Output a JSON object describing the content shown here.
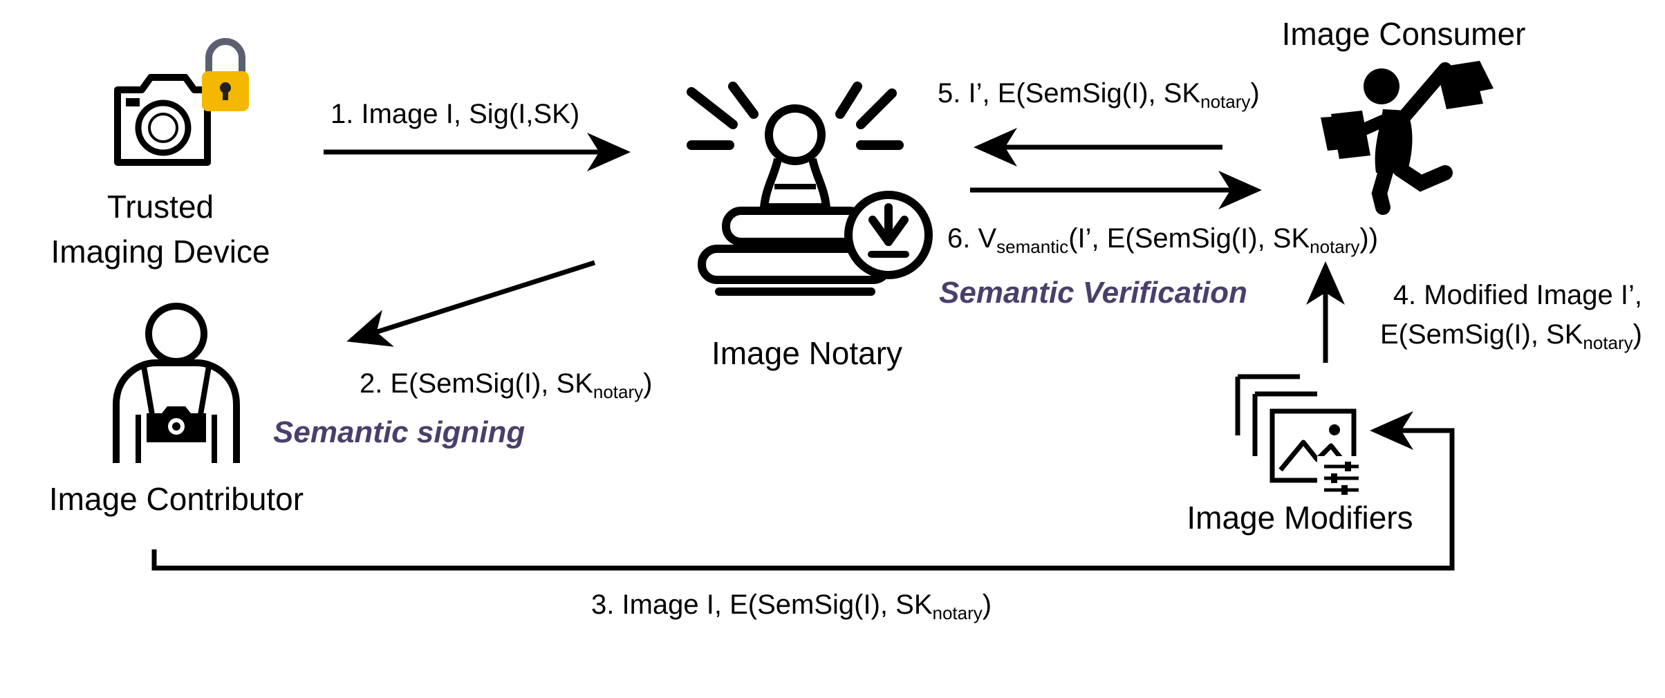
{
  "colors": {
    "ink": "#000000",
    "accent_phase": "#4a3f6b",
    "lock_body": "#f5b800",
    "lock_shackle": "#5a6070"
  },
  "icons": {
    "device": "camera-lock-icon",
    "notary": "stamp-approval-icon",
    "consumer": "person-with-bags-icon",
    "contributor": "photographer-icon",
    "modifiers": "image-stack-edit-icon"
  },
  "actors": {
    "device_line1": "Trusted",
    "device_line2": "Imaging Device",
    "notary": "Image Notary",
    "consumer": "Image Consumer",
    "contributor": "Image Contributor",
    "modifiers": "Image Modifiers"
  },
  "messages": {
    "m1": "1. Image I, Sig(I,SK)",
    "m2_pre": "2. E(SemSig(I), SK",
    "m2_sub": "notary",
    "m2_post": ")",
    "m3_pre": "3. Image I, E(SemSig(I), SK",
    "m3_sub": "notary",
    "m3_post": ")",
    "m4_line1": "4. Modified Image I’,",
    "m4_pre": "E(SemSig(I), SK",
    "m4_sub": "notary",
    "m4_post": ")",
    "m5_pre": "5.  I’, E(SemSig(I), SK",
    "m5_sub": "notary",
    "m5_post": ")",
    "m6_pre": "6.  V",
    "m6_sub1": "semantic",
    "m6_mid": "(I’, E(SemSig(I), SK",
    "m6_sub2": "notary",
    "m6_post": "))"
  },
  "phases": {
    "signing": "Semantic signing",
    "verification": "Semantic Verification"
  }
}
